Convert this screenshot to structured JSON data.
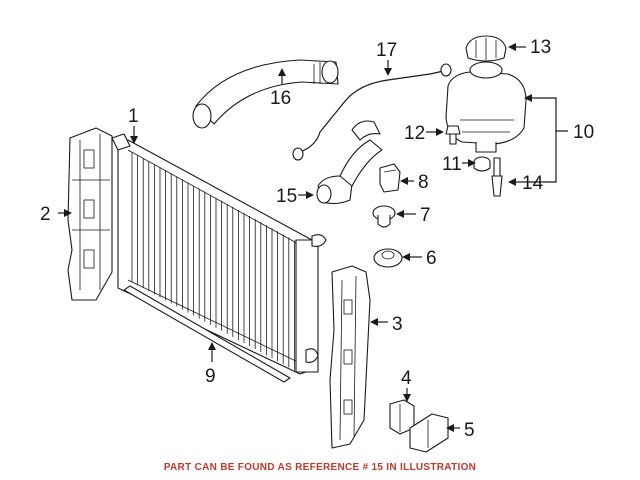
{
  "colors": {
    "line": "#1a1a1a",
    "note": "#c0392b",
    "background": "#ffffff"
  },
  "callouts": [
    "1",
    "2",
    "3",
    "4",
    "5",
    "6",
    "7",
    "8",
    "9",
    "10",
    "11",
    "12",
    "13",
    "14",
    "15",
    "16",
    "17"
  ],
  "footer_note": "PART CAN BE FOUND AS REFERENCE # 15 IN ILLUSTRATION"
}
